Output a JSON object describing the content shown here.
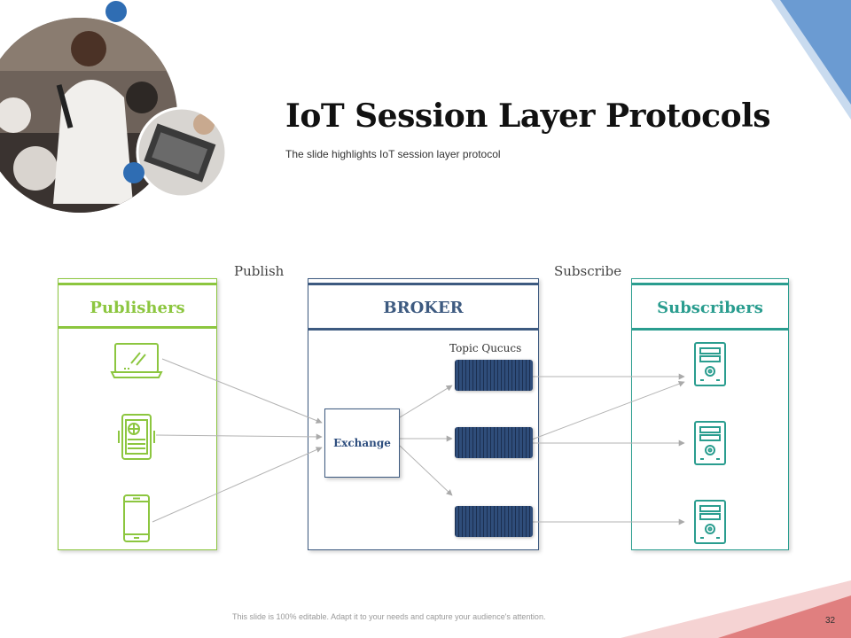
{
  "header": {
    "title": "IoT Session Layer Protocols",
    "subtitle": "The slide highlights IoT  session layer protocol"
  },
  "diagram": {
    "publish_label": "Publish",
    "subscribe_label": "Subscribe",
    "publishers": {
      "title": "Publishers",
      "color": "#8cc63f",
      "devices": [
        "laptop-icon",
        "tablet-icon",
        "smartphone-icon"
      ]
    },
    "broker": {
      "title": "BROKER",
      "color": "#3d5a80",
      "topic_queues_label": "Topic Qucucs",
      "exchange_label": "Exchange"
    },
    "subscribers": {
      "title": "Subscribers",
      "color": "#2a9d8f",
      "devices": [
        "server-icon",
        "server-icon",
        "server-icon"
      ]
    }
  },
  "footer": {
    "note": "This slide is 100% editable. Adapt it to your needs and capture your audience's attention.",
    "page_number": "32"
  }
}
